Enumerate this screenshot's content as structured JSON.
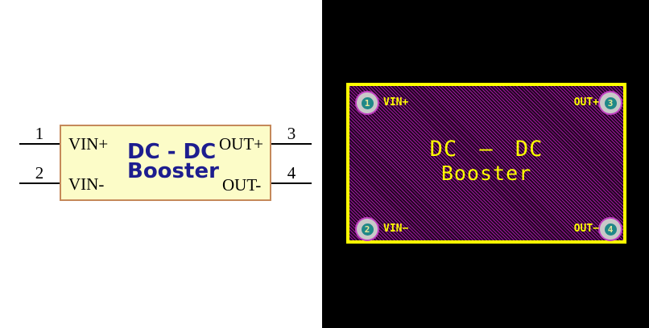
{
  "schematic": {
    "title_line1": "DC - DC",
    "title_line2": "Booster",
    "pins": [
      {
        "number": "1",
        "label": "VIN+",
        "side": "left",
        "row": "top"
      },
      {
        "number": "2",
        "label": "VIN-",
        "side": "left",
        "row": "bottom"
      },
      {
        "number": "3",
        "label": "OUT+",
        "side": "right",
        "row": "top"
      },
      {
        "number": "4",
        "label": "OUT-",
        "side": "right",
        "row": "bottom"
      }
    ],
    "colors": {
      "body_fill": "#fcfcc8",
      "body_border": "#c5895a",
      "title_text": "#1d1d8f",
      "pin_line": "#000000"
    }
  },
  "footprint": {
    "title_line1": "DC — DC",
    "title_line2": "Booster",
    "pads": [
      {
        "number": "1",
        "label": "VIN+",
        "position": "top-left"
      },
      {
        "number": "2",
        "label": "VIN−",
        "position": "bottom-left"
      },
      {
        "number": "3",
        "label": "OUT+",
        "position": "top-right"
      },
      {
        "number": "4",
        "label": "OUT−",
        "position": "bottom-right"
      }
    ],
    "colors": {
      "outline": "#ffff00",
      "hatch_line": "#9b179b",
      "hatch_background": "#230523",
      "pad_outer": "#c9c9c9",
      "pad_ring": "#c040c0",
      "pad_hole": "#208888",
      "pad_number": "#e6e69a",
      "silkscreen_text": "#ffff00"
    }
  }
}
